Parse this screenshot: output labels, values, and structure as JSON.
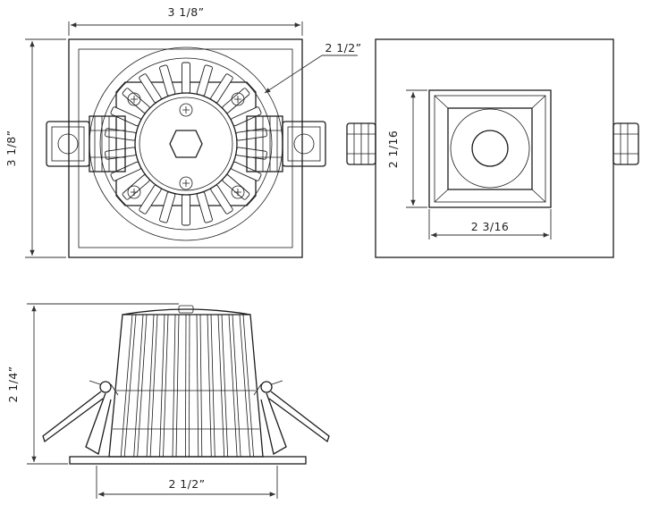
{
  "dimensions": {
    "top_width": "3 1/8”",
    "top_height": "3 1/8”",
    "top_diameter": "2 1/2”",
    "front_height": "2 1/16",
    "front_width": "2 3/16",
    "side_height": "2 1/4”",
    "side_width": "2 1/2”"
  }
}
